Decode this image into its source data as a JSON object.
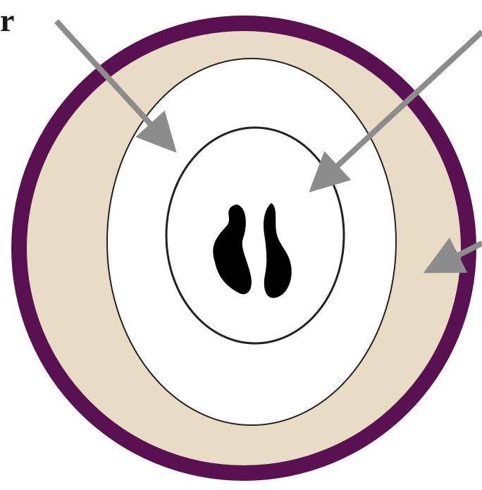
{
  "labels": {
    "cropped_left": "r"
  },
  "colors": {
    "outer_ring": "#5a1152",
    "middle_layer": "#e8dcc4",
    "inner_space": "#ffffff",
    "outline": "#222222",
    "arrows": "#8c8c8c",
    "chromosomes": "#000000"
  },
  "regions": [
    "outer-ring",
    "tan-layer",
    "white-zone",
    "inner-oval",
    "chromosome-pair"
  ]
}
